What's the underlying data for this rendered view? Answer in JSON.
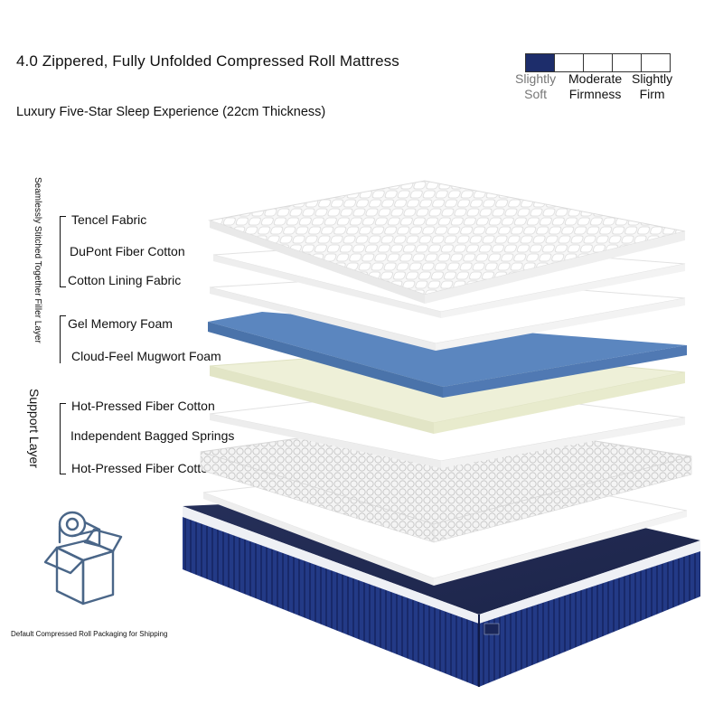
{
  "title": "4.0 Zippered, Fully Unfolded Compressed Roll Mattress",
  "subtitle": "Luxury Five-Star Sleep Experience (22cm Thickness)",
  "firmness_scale": {
    "active_index": 0,
    "labels": [
      {
        "line1": "Slightly",
        "line2": "Soft"
      },
      {
        "line1": "Moderate",
        "line2": "Firmness"
      },
      {
        "line1": "Slightly",
        "line2": "Firm"
      }
    ],
    "active_color": "#1d2d6b"
  },
  "groups": {
    "filler": "Seamlessly Stitched Together Filler Layer",
    "support": "Support Layer"
  },
  "layers": [
    "Tencel Fabric",
    "DuPont Fiber Cotton",
    "Cotton Lining Fabric",
    "Gel Memory Foam",
    "Cloud-Feel Mugwort Foam",
    "Hot-Pressed Fiber Cotton",
    "Independent Bagged Springs",
    "Hot-Pressed Fiber Cotton"
  ],
  "shipping_caption": "Default Compressed Roll Packaging for Shipping",
  "colors": {
    "gel_foam": "#5b86bf",
    "mugwort_foam": "#eef0d8",
    "base_navy": "#1b2a63"
  },
  "icons": [
    "rolled-mattress-box-icon"
  ]
}
